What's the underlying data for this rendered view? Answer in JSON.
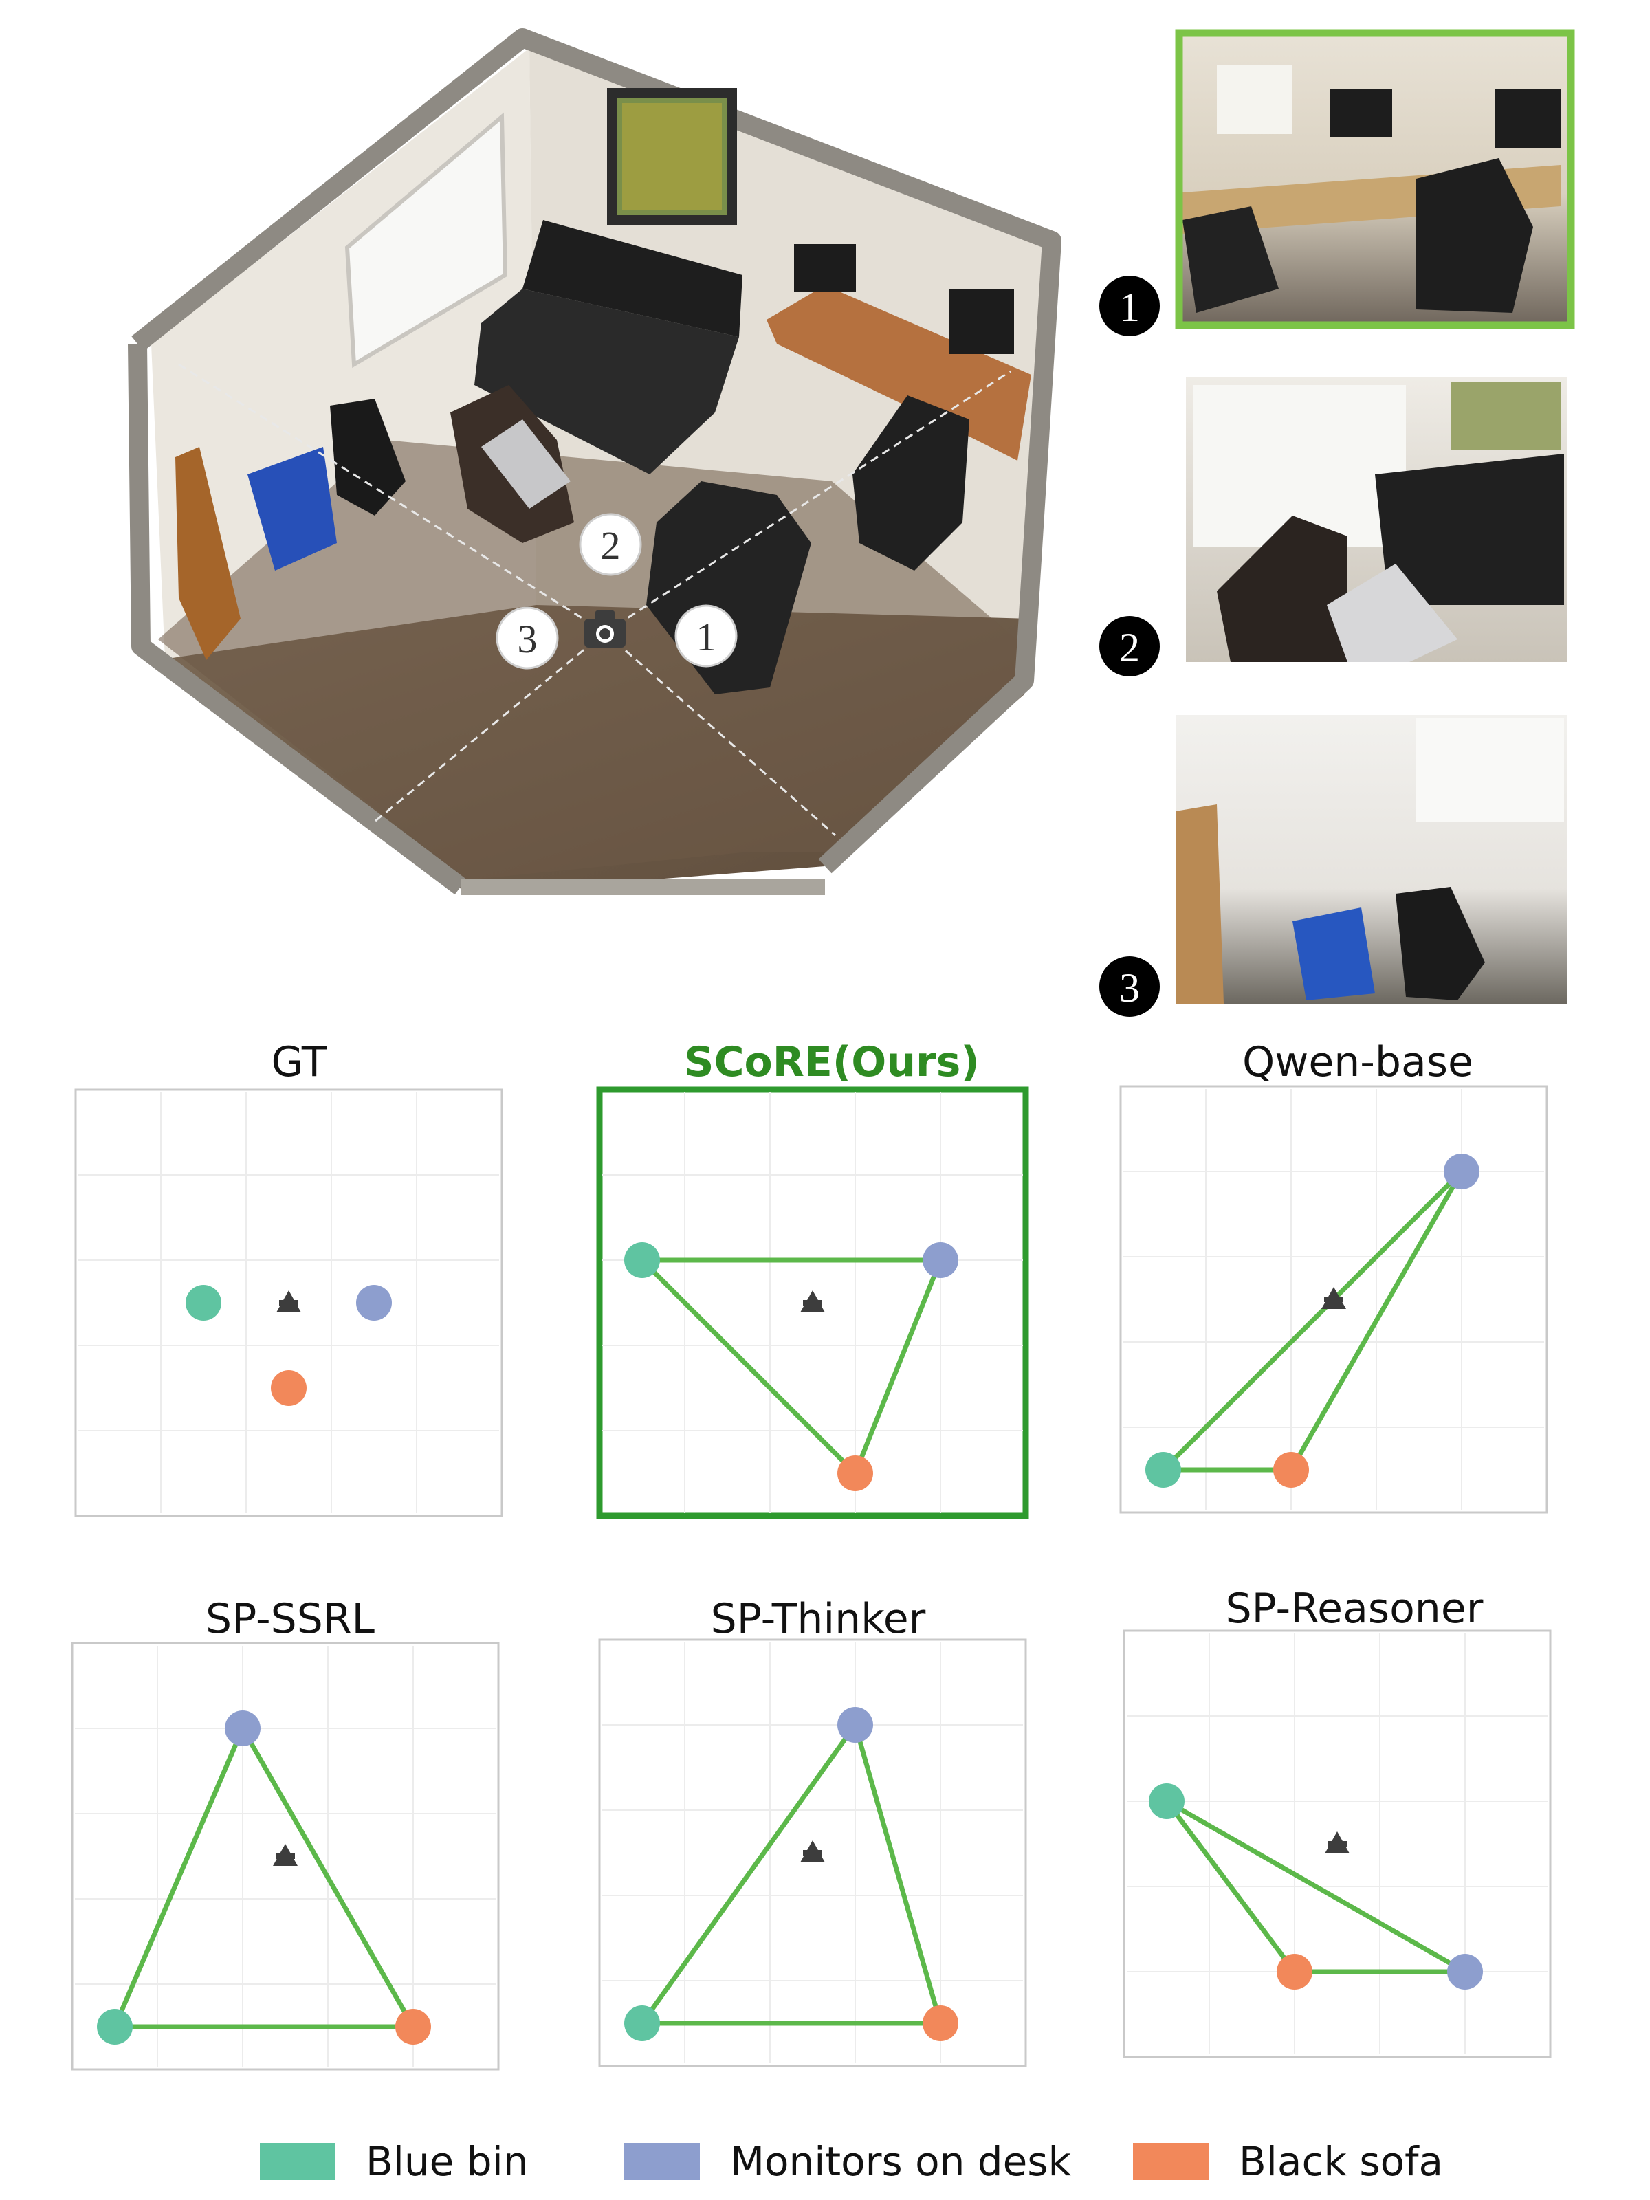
{
  "colors": {
    "blue_bin": "#5fc4a1",
    "monitors": "#8d9ece",
    "black_sofa": "#f2885a",
    "connect_line": "#5cb84a",
    "highlight": "#2e9a2e",
    "camera": "#3d3d3d"
  },
  "scene": {
    "view_labels": [
      "1",
      "2",
      "3"
    ],
    "thumb_labels": [
      "1",
      "2",
      "3"
    ]
  },
  "panels": [
    {
      "id": "gt",
      "title": "GT",
      "highlighted": false,
      "connected": false,
      "points": {
        "blue_bin": [
          -1,
          0
        ],
        "monitors": [
          1,
          0
        ],
        "black_sofa": [
          0,
          -1
        ]
      }
    },
    {
      "id": "score",
      "title": "SCoRE(Ours)",
      "highlighted": true,
      "connected": true,
      "points": {
        "blue_bin": [
          -2,
          0.5
        ],
        "monitors": [
          1.5,
          0.5
        ],
        "black_sofa": [
          0.5,
          -2
        ]
      }
    },
    {
      "id": "qwen",
      "title": "Qwen-base",
      "highlighted": false,
      "connected": true,
      "points": {
        "blue_bin": [
          -2,
          -2
        ],
        "monitors": [
          1.5,
          1.5
        ],
        "black_sofa": [
          -0.5,
          -2
        ]
      }
    },
    {
      "id": "ssrl",
      "title": "SP-SSRL",
      "highlighted": false,
      "connected": true,
      "points": {
        "blue_bin": [
          -2,
          -2
        ],
        "monitors": [
          -0.5,
          1.5
        ],
        "black_sofa": [
          1.5,
          -2
        ]
      }
    },
    {
      "id": "thinker",
      "title": "SP-Thinker",
      "highlighted": false,
      "connected": true,
      "points": {
        "blue_bin": [
          -2,
          -2
        ],
        "monitors": [
          0.5,
          1.5
        ],
        "black_sofa": [
          1.5,
          -2
        ]
      }
    },
    {
      "id": "reasoner",
      "title": "SP-Reasoner",
      "highlighted": false,
      "connected": true,
      "points": {
        "blue_bin": [
          -2,
          0.5
        ],
        "monitors": [
          1.5,
          -1.5
        ],
        "black_sofa": [
          -0.5,
          -1.5
        ]
      }
    }
  ],
  "legend": [
    {
      "key": "blue_bin",
      "label": "Blue bin"
    },
    {
      "key": "monitors",
      "label": "Monitors on desk"
    },
    {
      "key": "black_sofa",
      "label": "Black sofa"
    }
  ]
}
